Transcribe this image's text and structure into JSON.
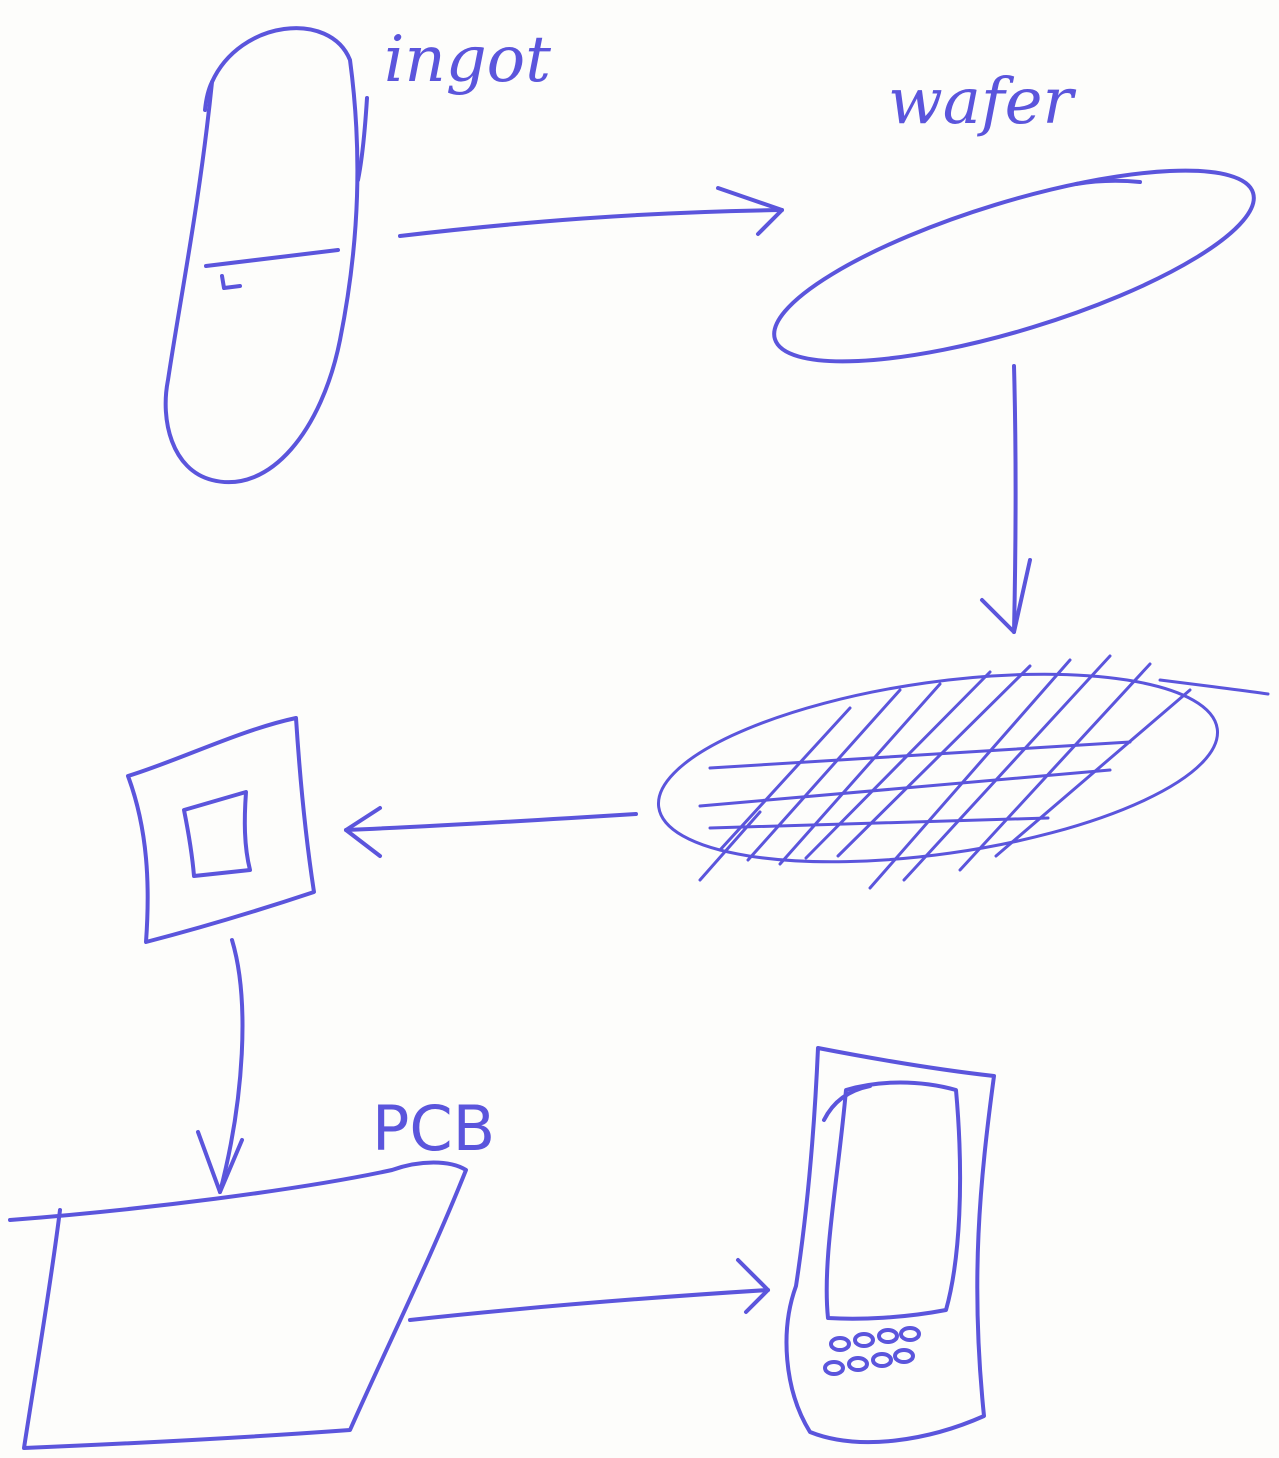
{
  "ink_color": "#5b55dc",
  "paper_color": "#fdfdfb",
  "labels": {
    "ingot": "ingot",
    "wafer": "wafer",
    "pcb": "PCB"
  },
  "stages": [
    {
      "id": "ingot",
      "icon": "ingot-icon"
    },
    {
      "id": "wafer",
      "icon": "wafer-icon"
    },
    {
      "id": "diced-wafer",
      "icon": "diced-wafer-icon"
    },
    {
      "id": "chip",
      "icon": "chip-icon"
    },
    {
      "id": "pcb",
      "icon": "pcb-icon"
    },
    {
      "id": "phone",
      "icon": "phone-icon"
    }
  ],
  "arrows": [
    {
      "from": "ingot",
      "to": "wafer"
    },
    {
      "from": "wafer",
      "to": "diced-wafer"
    },
    {
      "from": "diced-wafer",
      "to": "chip"
    },
    {
      "from": "chip",
      "to": "pcb"
    },
    {
      "from": "pcb",
      "to": "phone"
    }
  ]
}
